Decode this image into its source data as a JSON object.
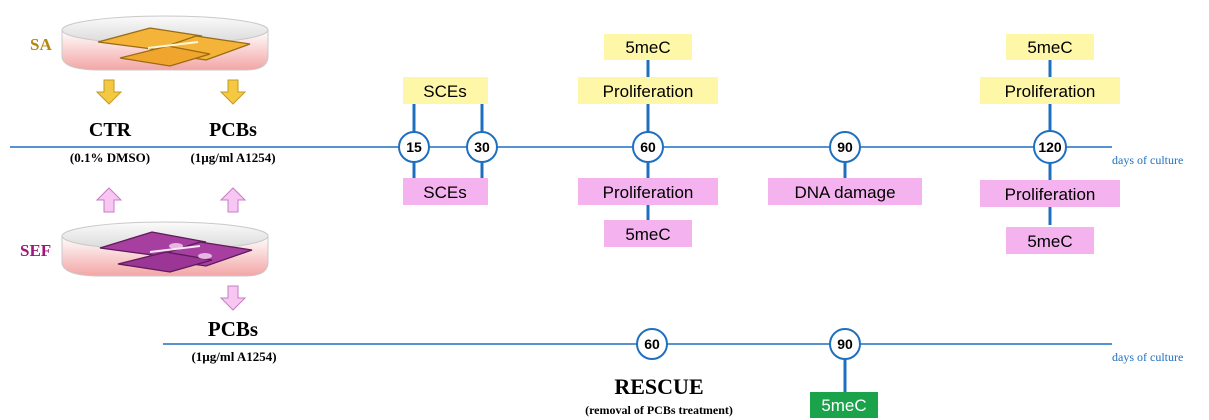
{
  "cells": {
    "sa_label": "SA",
    "sef_label": "SEF"
  },
  "groups": {
    "ctr": {
      "label": "CTR",
      "sub": "(0.1% DMSO)"
    },
    "pcbs": {
      "label": "PCBs",
      "sub": "(1µg/ml A1254)"
    },
    "pcbs_rescue": {
      "label": "PCBs",
      "sub": "(1µg/ml A1254)"
    }
  },
  "timeline1": {
    "axis_label": "days of culture",
    "days": [
      "15",
      "30",
      "60",
      "90",
      "120"
    ],
    "sa_assays": {
      "d15_30": "SCEs",
      "d60_top": "5meC",
      "d60_mid": "Proliferation",
      "d120_top": "5meC",
      "d120_mid": "Proliferation"
    },
    "sef_assays": {
      "d15_30": "SCEs",
      "d60_mid": "Proliferation",
      "d60_bottom": "5meC",
      "d90": "DNA damage",
      "d120_mid": "Proliferation",
      "d120_bottom": "5meC"
    }
  },
  "timeline2": {
    "axis_label": "days of culture",
    "days": [
      "60",
      "90"
    ],
    "rescue_title": "RESCUE",
    "rescue_sub": "(removal of PCBs treatment)",
    "d90_assay": "5meC"
  },
  "colors": {
    "timeline": "#1f6fbf",
    "sa_box": "#fff7a8",
    "sef_box": "#f4b3ee",
    "rescue_box": "#1aa34a",
    "sa_text": "#b8860b",
    "sef_text": "#a0177a",
    "yellow_arrow": "#f5c842",
    "pink_arrow": "#f7c6f3"
  }
}
